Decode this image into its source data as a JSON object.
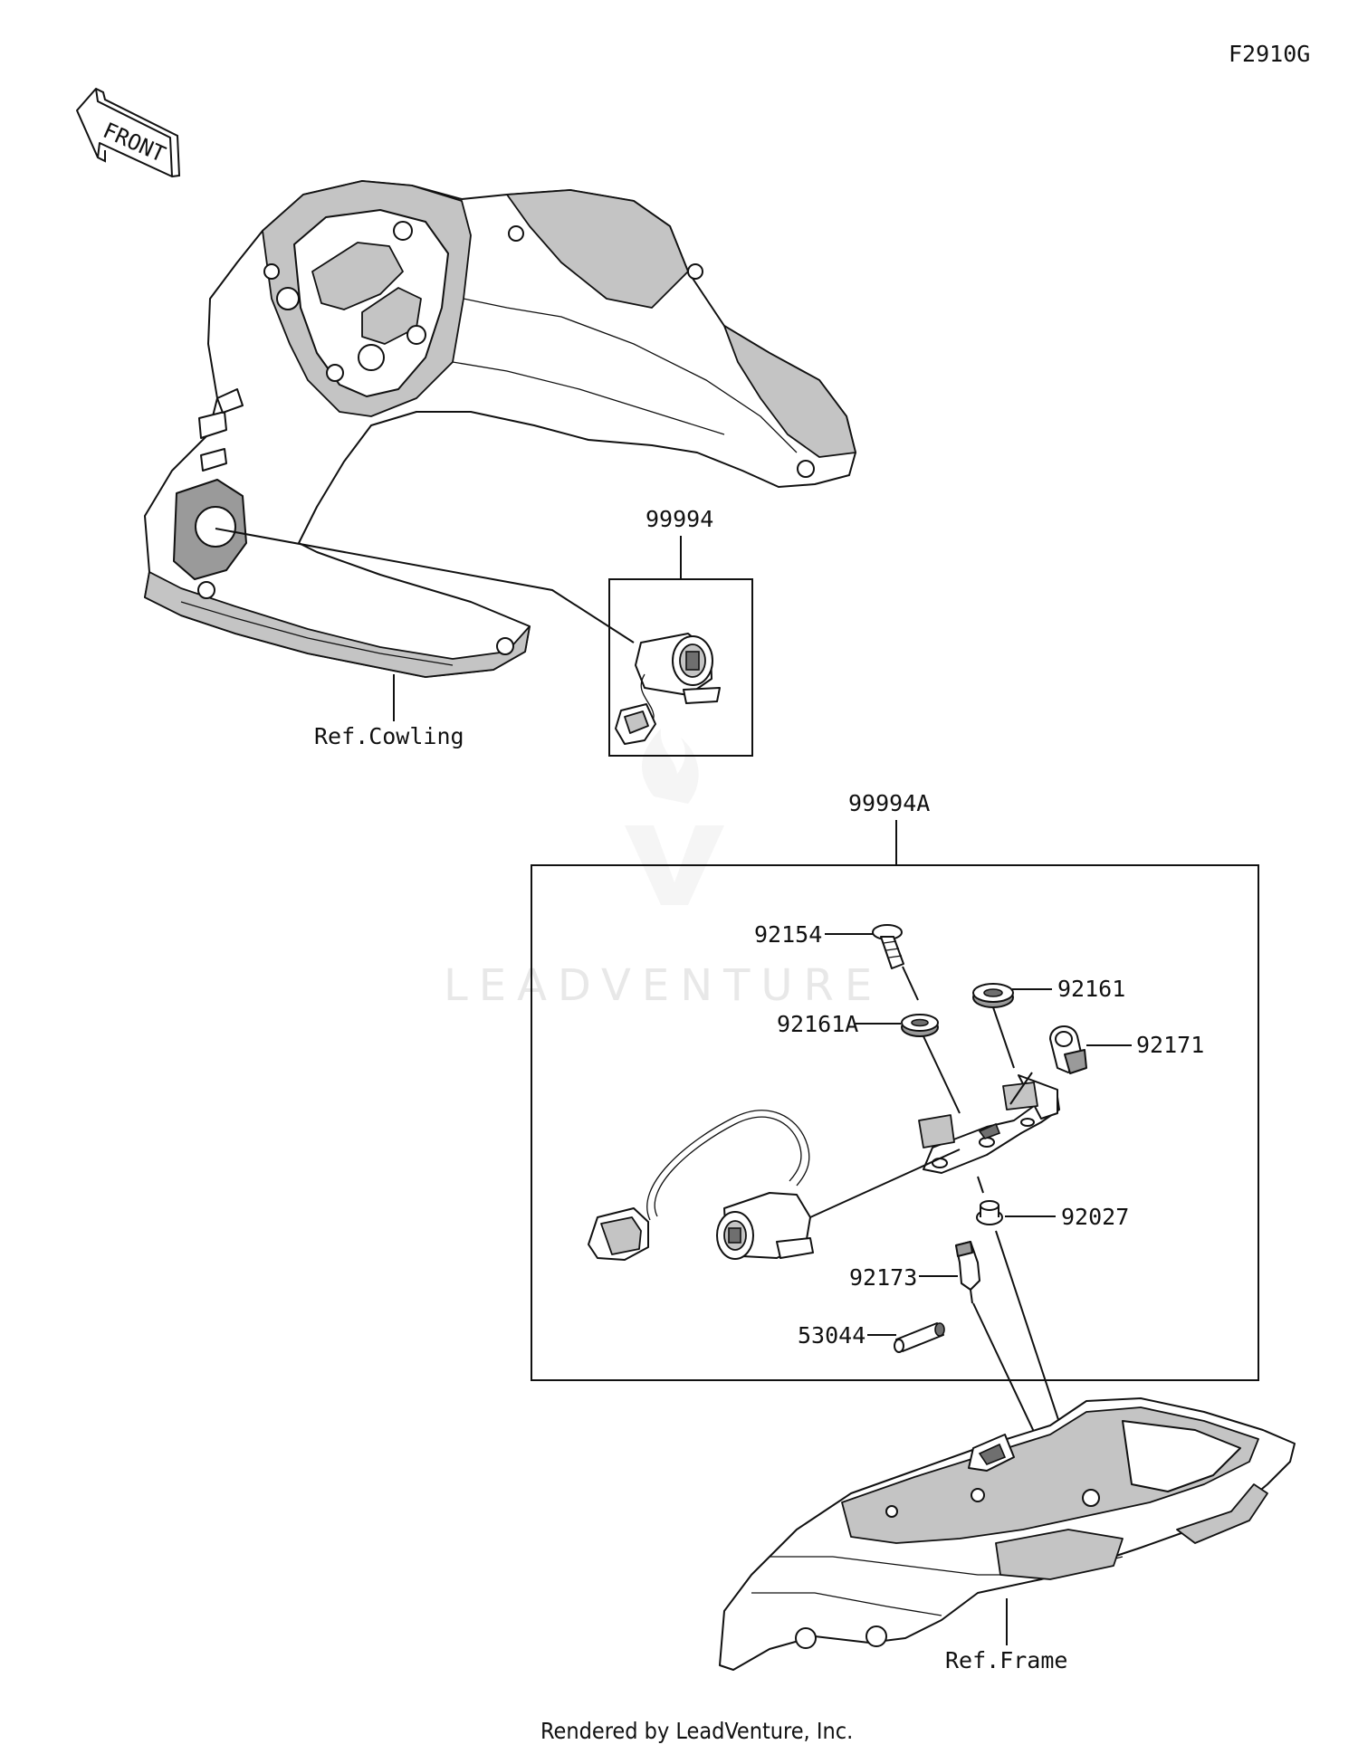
{
  "figure_code": "F2910G",
  "front_label": "FRONT",
  "watermark": "LEADVENTURE",
  "footer": "Rendered by LeadVenture, Inc.",
  "callouts": {
    "kit_socket": "99994",
    "kit_bracket": "99994A",
    "ref_cowling": "Ref.Cowling",
    "ref_frame": "Ref.Frame",
    "screw": "92154",
    "damper": "92161",
    "damper_a": "92161A",
    "clamp": "92171",
    "collar": "92027",
    "clip": "92173",
    "tube": "53044"
  }
}
